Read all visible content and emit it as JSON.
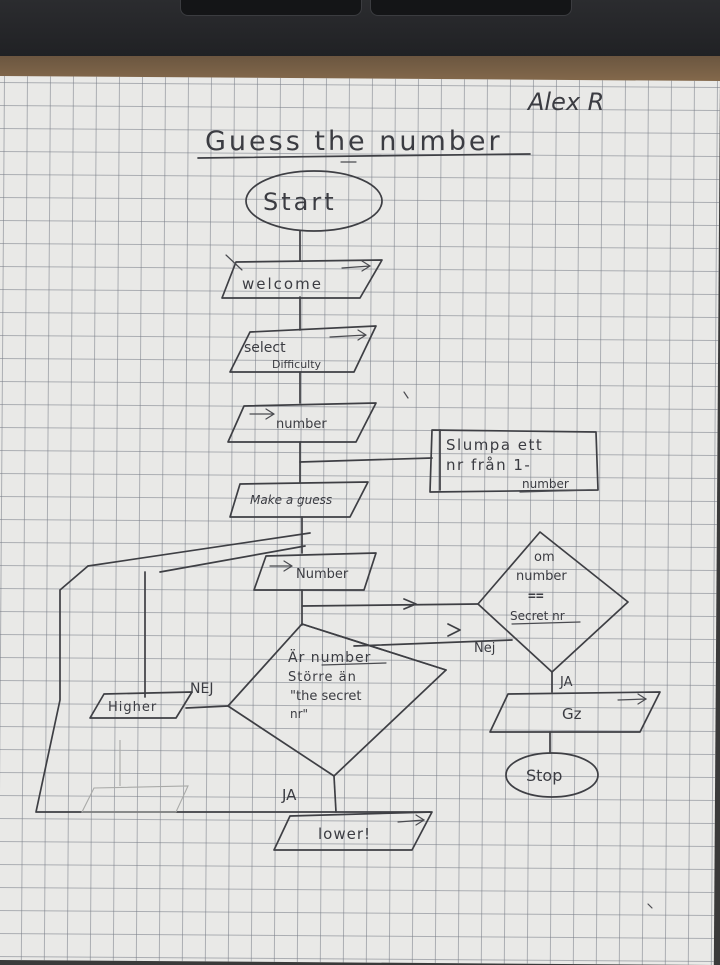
{
  "author": "Alex R",
  "title": "Guess the number",
  "nodes": {
    "start": "Start",
    "welcome": "welcome",
    "select_1": "select",
    "select_2": "Difficulty",
    "number_input": "number",
    "random_1": "Slumpa ett",
    "random_2": "nr från 1-",
    "random_3": "number",
    "make_guess": "Make a guess",
    "guess_input": "Number",
    "compare_1": "Är number",
    "compare_2": "Större än",
    "compare_3": "\"the secret",
    "compare_4": "nr\"",
    "check_1": "om",
    "check_2": "number",
    "check_3": "==",
    "check_4": "Secret nr",
    "higher": "Higher",
    "lower": "lower!",
    "gz": "Gz",
    "stop": "Stop"
  },
  "edge_labels": {
    "nej_left": "NEJ",
    "nej_right": "Nej",
    "ja_bottom": "JA",
    "ja_right": "JA"
  },
  "colors": {
    "pencil": "#3e3f44",
    "paper": "#e9e9e7",
    "grid": "#787d87"
  }
}
